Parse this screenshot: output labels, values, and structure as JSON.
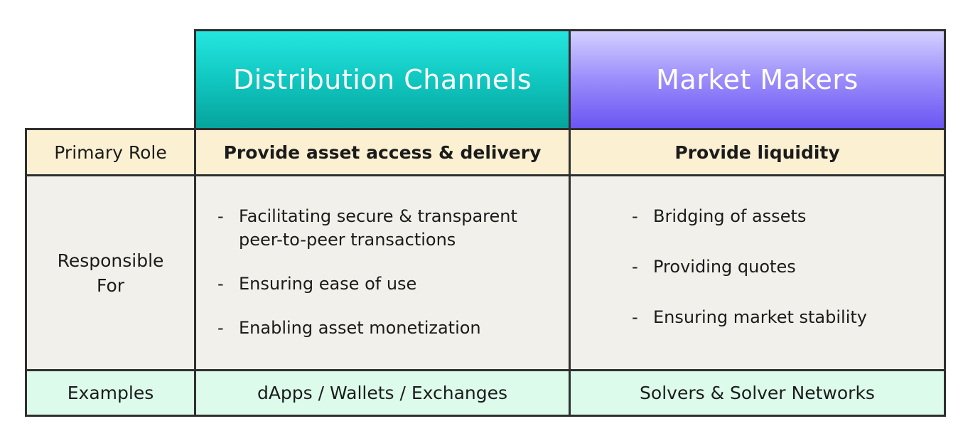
{
  "headers": {
    "distribution": "Distribution Channels",
    "market_makers": "Market Makers"
  },
  "rows": {
    "primary_role": {
      "label": "Primary Role",
      "distribution": "Provide asset access & delivery",
      "market_makers": "Provide liquidity"
    },
    "responsible_for": {
      "label_line1": "Responsible",
      "label_line2": "For",
      "distribution": [
        {
          "line1": "Facilitating secure & transparent",
          "line2": "peer-to-peer transactions"
        },
        {
          "line1": "Ensuring ease of use"
        },
        {
          "line1": "Enabling asset monetization"
        }
      ],
      "market_makers": [
        "Bridging of assets",
        "Providing quotes",
        "Ensuring market stability"
      ]
    },
    "examples": {
      "label": "Examples",
      "distribution": "dApps / Wallets / Exchanges",
      "market_makers": "Solvers & Solver Networks"
    }
  },
  "bullet_symbol": "-",
  "colors": {
    "distribution_header_top": "#25e6e0",
    "distribution_header_bottom": "#06a49c",
    "market_makers_header_top": "#d4d0ff",
    "market_makers_header_bottom": "#6b55f3",
    "primary_role_row": "#fbf0d2",
    "responsible_row": "#f1f0ea",
    "examples_row": "#dcfbeb",
    "border": "#2f2f2f"
  }
}
